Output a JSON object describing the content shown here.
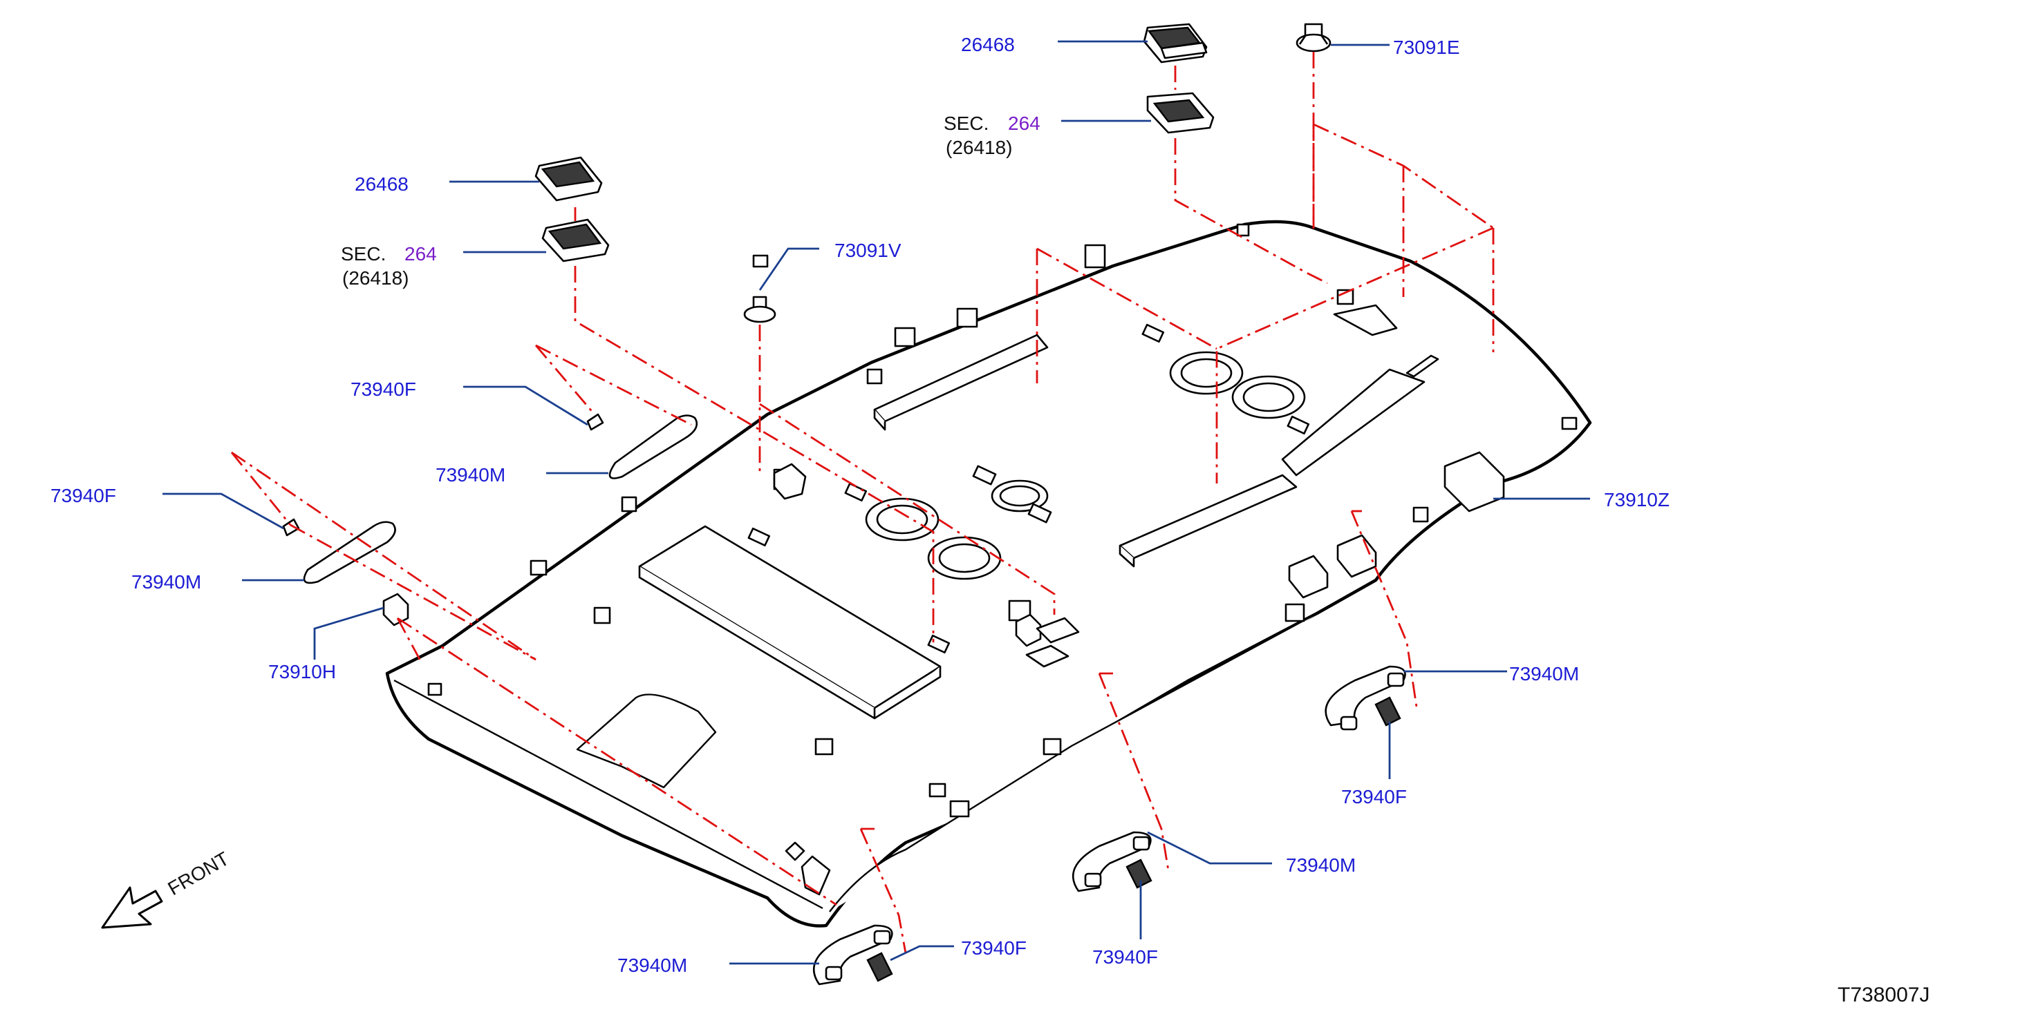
{
  "labels": {
    "p26468_top": "26468",
    "sec_top_prefix": "SEC.",
    "sec_top_num": "264",
    "sec_top_sub": "(26418)",
    "p73091E": "73091E",
    "p26468_left": "26468",
    "sec_left_prefix": "SEC.",
    "sec_left_num": "264",
    "sec_left_sub": "(26418)",
    "p73091V": "73091V",
    "p73940F_a": "73940F",
    "p73940M_a": "73940M",
    "p73940F_b": "73940F",
    "p73940M_b": "73940M",
    "p73910H": "73910H",
    "p73910Z": "73910Z",
    "p73940M_c": "73940M",
    "p73940F_c": "73940F",
    "p73940M_d": "73940M",
    "p73940F_d": "73940F",
    "p73940M_e": "73940M",
    "p73940F_e": "73940F",
    "front": "FRONT",
    "diagram_id": "T738007J"
  },
  "colors": {
    "part_number": "#1c1cd4",
    "section_number": "#7a1ec8",
    "leader": "#1a3f8f",
    "centerline": "#e01010"
  },
  "icons": [
    "front-arrow-icon"
  ]
}
